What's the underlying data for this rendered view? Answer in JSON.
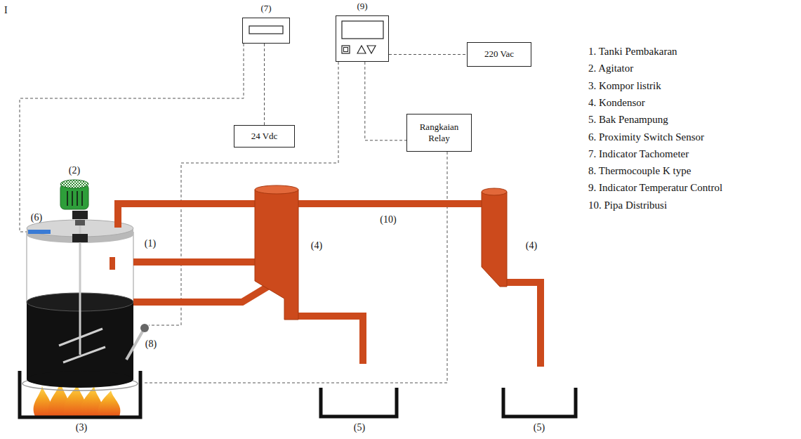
{
  "diagram": {
    "nodes": [
      {
        "text": [
          "(7)"
        ]
      },
      {
        "text": [
          "(9)"
        ]
      },
      {
        "text": [
          "220 Vac"
        ]
      },
      {
        "text": [
          "24 Vdc"
        ]
      },
      {
        "text": [
          "Rangkaian Relay"
        ]
      }
    ],
    "edges": [
      {
        "from": 0,
        "to": 3,
        "arrow": "none"
      },
      {
        "from": 1,
        "to": 2,
        "arrow": "none"
      },
      {
        "from": 1,
        "to": 4,
        "arrow": "none"
      }
    ],
    "labels": [
      "I",
      "(2)",
      "(6)",
      "(1)",
      "(4)",
      "(10)",
      "(4)",
      "(8)",
      "(3)",
      "(5)",
      "(5)",
      "1. Tanki Pembakaran",
      "2. Agitator",
      "3. Kompor listrik",
      "4. Kondensor",
      "5. Bak Penampung",
      "6. Proximity Switch Sensor",
      "7. Indicator Tachometer",
      "8. Thermocouple K type",
      "9. Indicator Temperatur Control",
      "10. Pipa Distribusi"
    ]
  }
}
